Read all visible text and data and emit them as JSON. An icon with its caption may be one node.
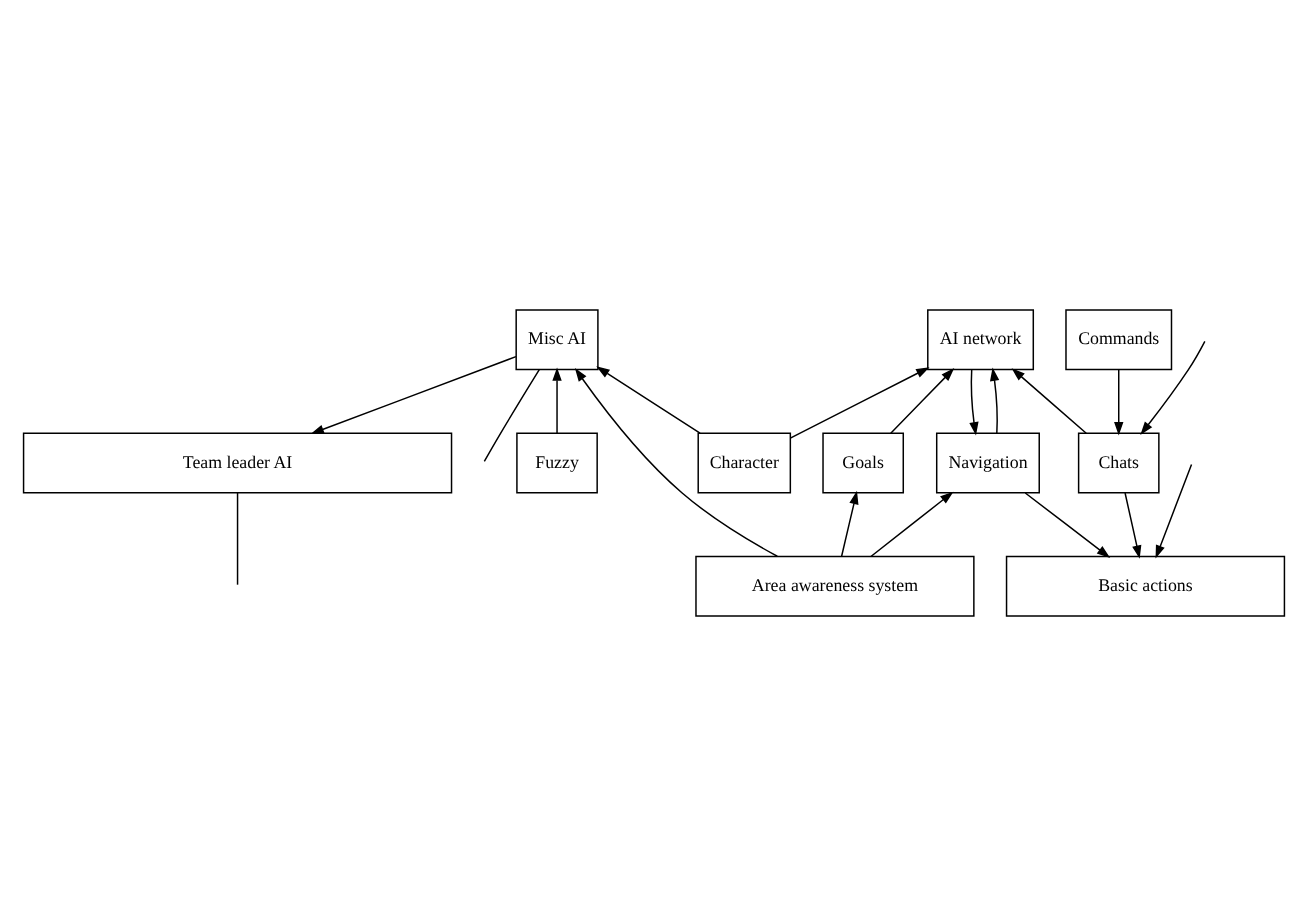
{
  "diagram": {
    "nodes": [
      {
        "text": [
          "Team leader AI"
        ]
      },
      {
        "text": [
          "Misc AI"
        ]
      },
      {
        "text": [
          "AI network"
        ]
      },
      {
        "text": [
          "Commands"
        ]
      },
      {
        "text": [
          "Fuzzy"
        ]
      },
      {
        "text": [
          "Character"
        ]
      },
      {
        "text": [
          "Goals"
        ]
      },
      {
        "text": [
          "Navigation"
        ]
      },
      {
        "text": [
          "Chats"
        ]
      },
      {
        "text": [
          "Area awareness system"
        ]
      },
      {
        "text": [
          "Basic actions"
        ]
      }
    ],
    "edges": [
      {
        "from": 1,
        "to": 0,
        "arrow": "to"
      },
      {
        "from": 0,
        "to": null,
        "arrow": "none"
      },
      {
        "from": 4,
        "to": 1,
        "arrow": "to"
      },
      {
        "from": 5,
        "to": 1,
        "arrow": "to"
      },
      {
        "from": 5,
        "to": 2,
        "arrow": "to"
      },
      {
        "from": 6,
        "to": 2,
        "arrow": "to"
      },
      {
        "from": 7,
        "to": 2,
        "arrow": "to"
      },
      {
        "from": 2,
        "to": 7,
        "arrow": "to"
      },
      {
        "from": 8,
        "to": 2,
        "arrow": "to"
      },
      {
        "from": 3,
        "to": 8,
        "arrow": "to"
      },
      {
        "from": null,
        "to": 8,
        "arrow": "to"
      },
      {
        "from": 9,
        "to": 6,
        "arrow": "to"
      },
      {
        "from": 9,
        "to": 7,
        "arrow": "to"
      },
      {
        "from": 7,
        "to": 10,
        "arrow": "to"
      },
      {
        "from": 8,
        "to": 10,
        "arrow": "to"
      },
      {
        "from": null,
        "to": 10,
        "arrow": "to"
      },
      {
        "from": 9,
        "to": 1,
        "arrow": "to"
      },
      {
        "from": 1,
        "to": null,
        "arrow": "none"
      }
    ]
  }
}
